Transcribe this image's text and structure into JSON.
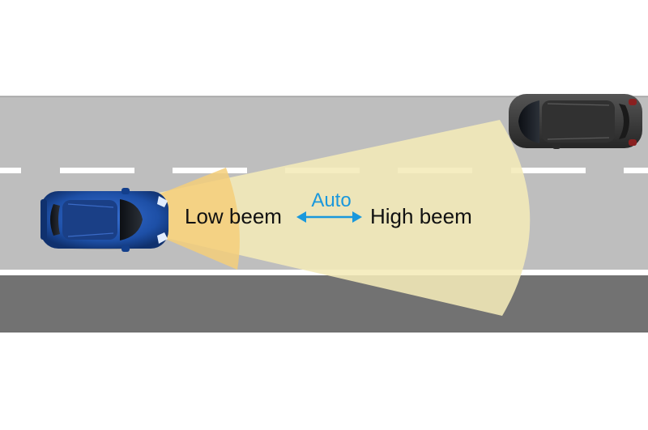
{
  "labels": {
    "low_beam": "Low beem",
    "high_beam": "High beem",
    "auto": "Auto"
  },
  "colors": {
    "road": "#bebebe",
    "shoulder": "#727272",
    "lane_marking": "#ffffff",
    "low_beam_light": "#f5cf7a",
    "high_beam_light": "#f4eab8",
    "auto_accent": "#1a98dc",
    "own_car": "#1d4fa6",
    "oncoming_car": "#3e3e3e"
  },
  "icons": {
    "own_car": "car-top-view-icon",
    "oncoming_car": "car-top-view-icon",
    "auto_switch": "double-arrow-icon"
  }
}
